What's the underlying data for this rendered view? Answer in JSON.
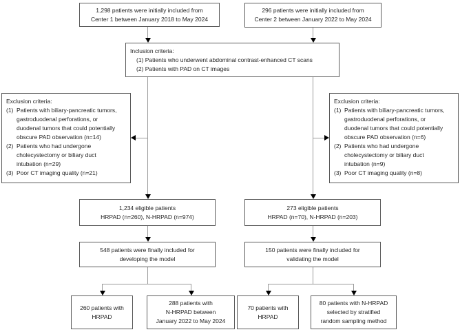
{
  "figure": {
    "type": "patient-flowchart",
    "colors": {
      "background": "#ffffff",
      "box_border": "#595959",
      "connector_line": "#999999",
      "arrowhead": "#000000",
      "text": "#1f1f1f"
    }
  },
  "boxes": {
    "center1": {
      "text": "1,298 patients were initially included from\nCenter 1 between January 2018 to May 2024"
    },
    "center2": {
      "text": "296 patients were initially included from\nCenter 2 between January 2022 to May 2024"
    },
    "inclusion": {
      "title": "Inclusion criteria:",
      "items": [
        "(1) Patients who underwent abdominal contrast-enhanced CT scans",
        "(2) Patients with PAD on CT images"
      ]
    },
    "exclusion_left": {
      "title": "Exclusion criteria:",
      "items": [
        {
          "num": "(1)",
          "text": "Patients with biliary-pancreatic tumors,\ngastroduodenal perforations, or\nduodenal tumors that could potentially\nobscure PAD observation (n=14)"
        },
        {
          "num": "(2)",
          "text": "Patients who had undergone\ncholecystectomy or biliary duct\nintubation (n=29)"
        },
        {
          "num": "(3)",
          "text": "Poor CT imaging quality (n=21)"
        }
      ]
    },
    "exclusion_right": {
      "title": "Exclusion criteria:",
      "items": [
        {
          "num": "(1)",
          "text": "Patients with biliary-pancreatic tumors,\ngastroduodenal perforations, or\nduodenal tumors that could potentially\nobscure PAD observation (n=6)"
        },
        {
          "num": "(2)",
          "text": "Patients who had undergone\ncholecystectomy or biliary duct\nintubation (n=9)"
        },
        {
          "num": "(3)",
          "text": "Poor CT imaging quality (n=8)"
        }
      ]
    },
    "eligible_dev": {
      "text": "1,234 eligible patients\nHRPAD (n=260), N-HRPAD (n=974)"
    },
    "eligible_val": {
      "text": "273 eligible patients\nHRPAD (n=70), N-HRPAD (n=203)"
    },
    "final_dev": {
      "text": "548 patients were finally included for\ndeveloping the model"
    },
    "final_val": {
      "text": "150 patients were finally included for\nvalidating the model"
    },
    "dev_hrpad": {
      "text": "260 patients with\nHRPAD"
    },
    "dev_nhrpad": {
      "text": "288 patients with\nN-HRPAD between\nJanuary 2022 to May 2024"
    },
    "val_hrpad": {
      "text": "70 patients with\nHRPAD"
    },
    "val_nhrpad": {
      "text": "80 patients with N-HRPAD\nselected by stratified\nrandom sampling method"
    }
  }
}
